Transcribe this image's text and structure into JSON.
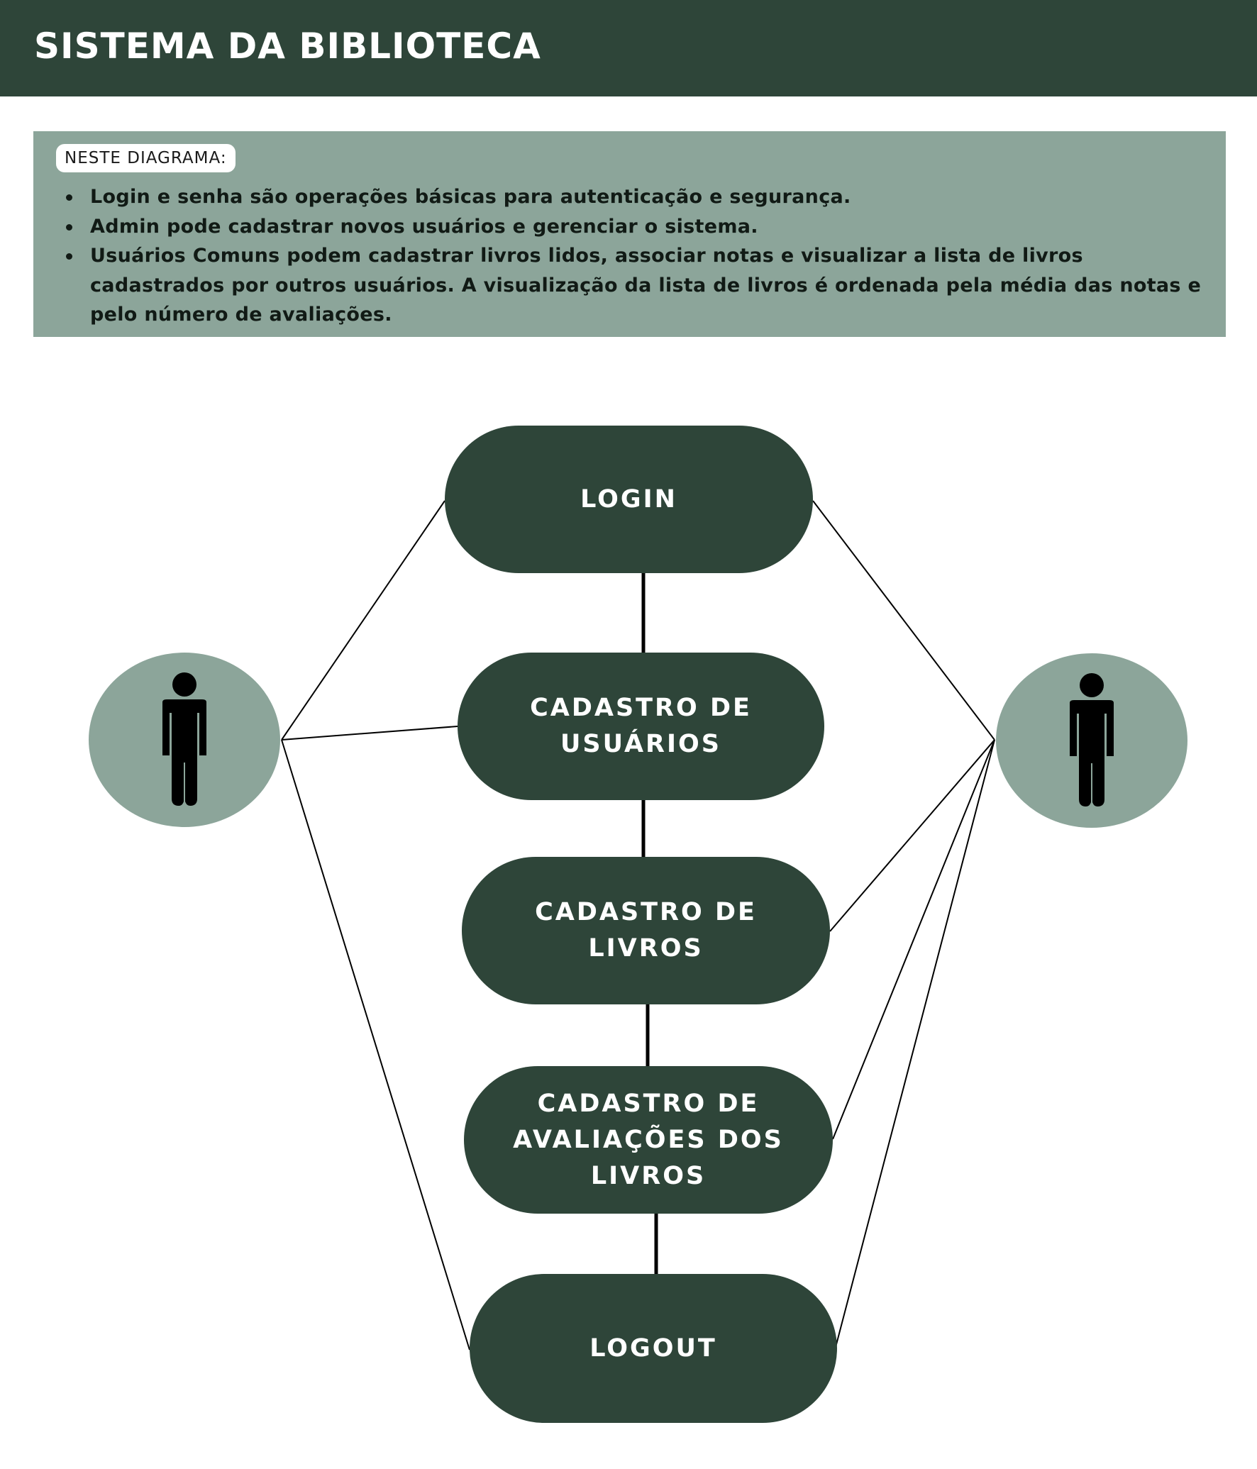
{
  "header": {
    "title": "SISTEMA DA BIBLIOTECA"
  },
  "info": {
    "tag": "NESTE DIAGRAMA:",
    "bullets": [
      "Login e senha são operações básicas para autenticação e segurança.",
      "Admin pode cadastrar novos usuários e gerenciar o sistema.",
      "Usuários Comuns podem cadastrar livros lidos, associar notas e visualizar a lista de livros cadastrados por outros usuários. A visualização da lista de livros é ordenada pela média das notas e pelo número de avaliações."
    ]
  },
  "diagram": {
    "use_cases": [
      {
        "id": "login",
        "label": "LOGIN"
      },
      {
        "id": "cadastro-usuarios",
        "label": "CADASTRO DE\nUSUÁRIOS"
      },
      {
        "id": "cadastro-livros",
        "label": "CADASTRO DE\nLIVROS"
      },
      {
        "id": "cadastro-avaliacoes",
        "label": "CADASTRO DE\nAVALIAÇÕES DOS\nLIVROS"
      },
      {
        "id": "logout",
        "label": "LOGOUT"
      }
    ],
    "actors": [
      {
        "id": "actor-left",
        "icon": "person-icon"
      },
      {
        "id": "actor-right",
        "icon": "person-icon"
      }
    ],
    "colors": {
      "node": "#2e4539",
      "actor_circle": "#8ca59a",
      "info_box": "#8ca59a",
      "header": "#2e4539"
    }
  }
}
